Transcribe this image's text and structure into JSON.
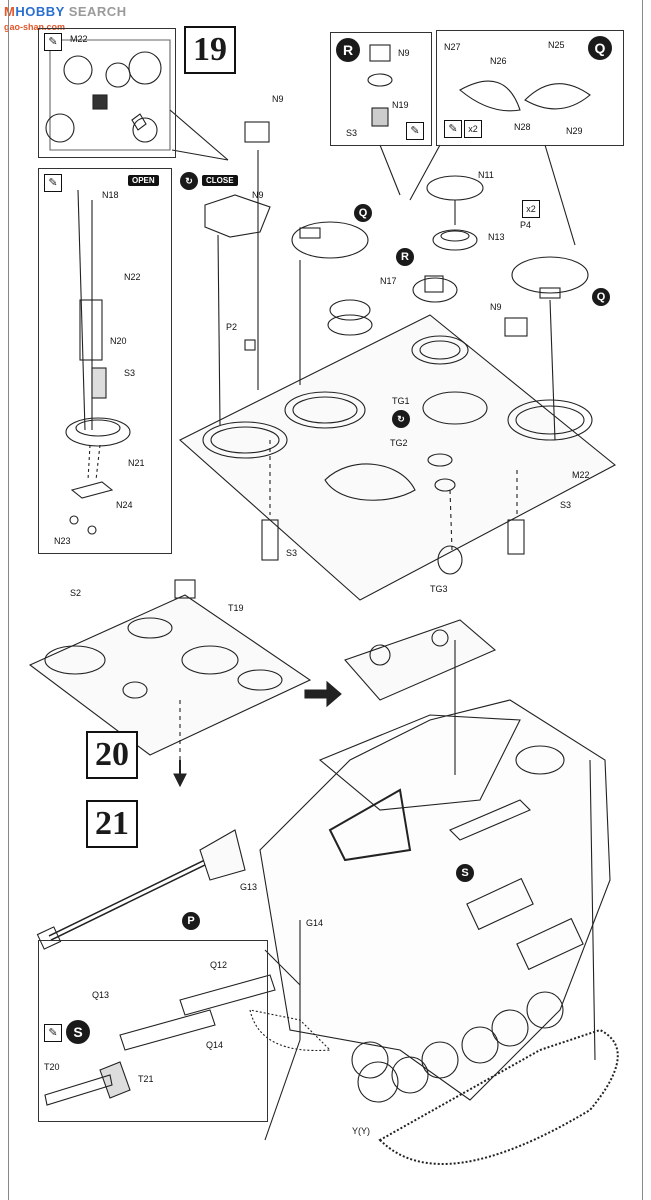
{
  "watermark": {
    "part1": "M",
    "part2": "HOBBY",
    "part3": "SEARCH",
    "sub": "gao-shan.com"
  },
  "steps": {
    "s19": "19",
    "s20": "20",
    "s21": "21"
  },
  "inset_m22": {
    "label": "M22"
  },
  "inset_open": {
    "open": "OPEN",
    "parts": [
      "N18",
      "N22",
      "N20",
      "S3",
      "N21",
      "N24",
      "N23"
    ]
  },
  "close_label": "CLOSE",
  "inset_r": {
    "badge": "R",
    "parts": [
      "N9",
      "N19",
      "S3"
    ]
  },
  "inset_q": {
    "badge": "Q",
    "parts": [
      "N27",
      "N26",
      "N25",
      "N28",
      "N29"
    ],
    "mult": "x2"
  },
  "step19_labels": [
    "N9",
    "N9",
    "N11",
    "N13",
    "P4",
    "N17",
    "P2",
    "N9",
    "TG1",
    "TG2",
    "M22",
    "S3",
    "S3",
    "TG3"
  ],
  "step19_badges": [
    "Q",
    "R",
    "Q"
  ],
  "step20_labels": [
    "S2",
    "T19"
  ],
  "step21_labels": [
    "G13",
    "G14",
    "P",
    "Q12",
    "Q13",
    "Q14",
    "T20",
    "T21",
    "Y(Y)"
  ],
  "step21_badges": [
    "S",
    "P",
    "S"
  ],
  "p4_mult": "x2"
}
